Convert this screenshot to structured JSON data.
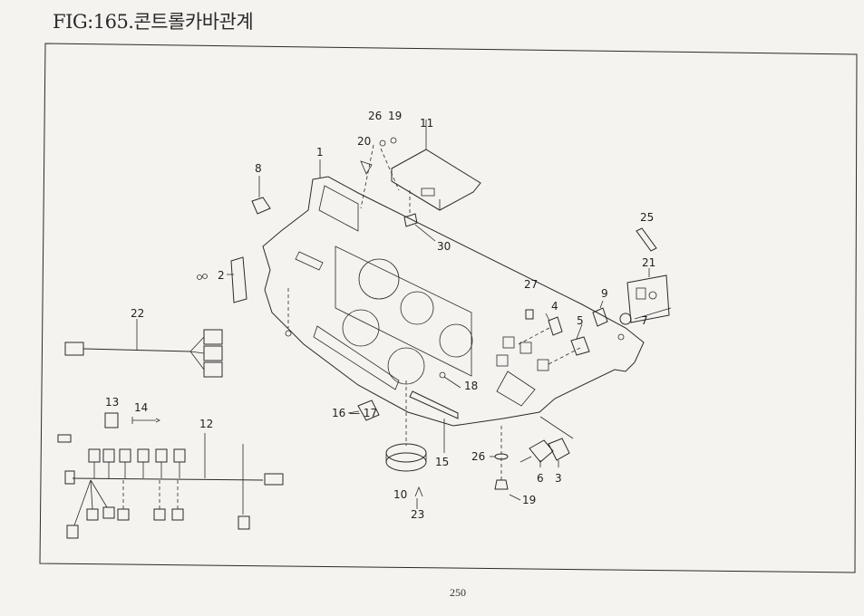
{
  "figure": {
    "title": "FIG:165.콘트롤카바관계",
    "page_number": "250"
  },
  "callouts": {
    "c1": "1",
    "c2": "2",
    "c3": "3",
    "c4": "4",
    "c5": "5",
    "c6": "6",
    "c7": "7",
    "c8": "8",
    "c9": "9",
    "c10": "10",
    "c11": "11",
    "c12": "12",
    "c13": "13",
    "c14": "14",
    "c15": "15",
    "c16_17": "16 — 17",
    "c18": "18",
    "c19_top": "19",
    "c19_bottom": "19",
    "c20": "20",
    "c21": "21",
    "c22": "22",
    "c23": "23",
    "c25": "25",
    "c26_top": "26",
    "c26_bottom": "26",
    "c27": "27",
    "c30": "30"
  }
}
